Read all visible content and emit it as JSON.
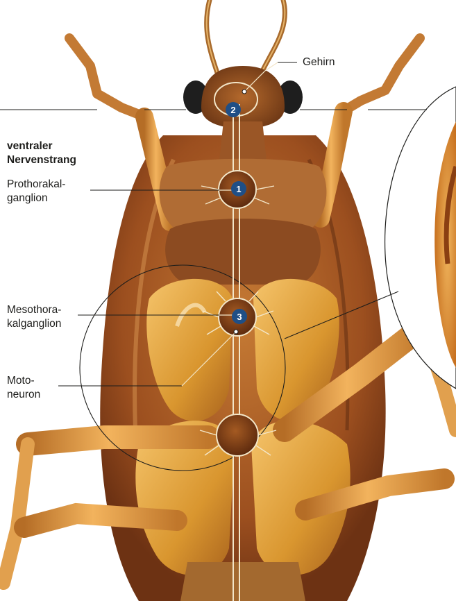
{
  "labels": {
    "brain": "Gehirn",
    "ventral_cord_line1": "ventraler",
    "ventral_cord_line2": "Nervenstrang",
    "prothoracic_line1": "Prothorakal-",
    "prothoracic_line2": "ganglion",
    "mesothoracic_line1": "Mesothora-",
    "mesothoracic_line2": "kalganglion",
    "motoneuron_line1": "Moto-",
    "motoneuron_line2": "neuron"
  },
  "markers": {
    "m1": "1",
    "m2": "2",
    "m3": "3"
  },
  "colors": {
    "marker_fill": "#1f4f86",
    "nerve": "#f3e6c8",
    "body_dark": "#7a3d18",
    "body_mid": "#b86a2a",
    "leg": "#e6a24c",
    "label_text": "#1d1d1b"
  }
}
